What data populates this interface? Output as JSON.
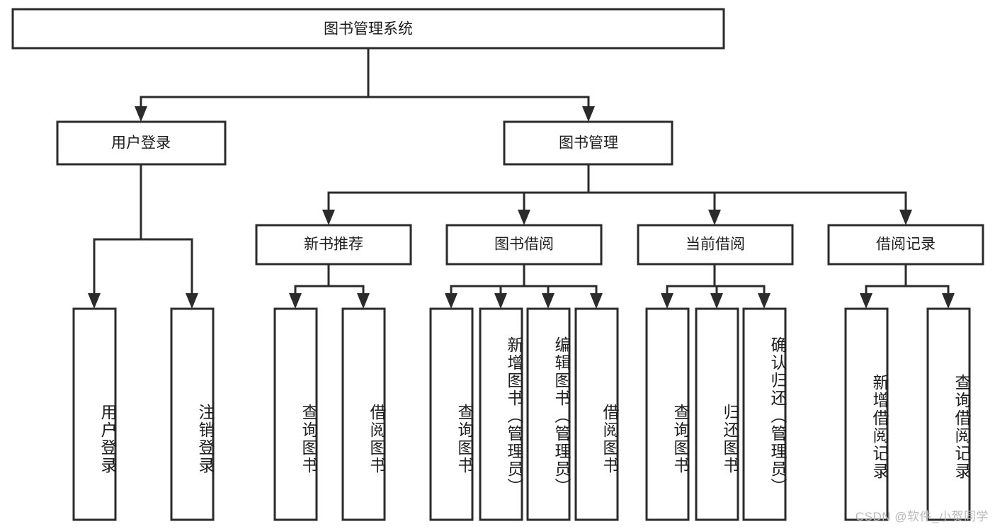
{
  "diagram": {
    "type": "tree",
    "title": "图书管理系统",
    "orientation": "top-down",
    "colors": {
      "box_fill": "#ffffff",
      "box_stroke": "#2b2b2b",
      "connector": "#2b2b2b",
      "text": "#1d1d1d",
      "watermark": "#b9b9b9",
      "background": "#ffffff"
    },
    "root": {
      "label": "图书管理系统",
      "orientation": "horizontal"
    },
    "level1": [
      {
        "label": "用户登录",
        "orientation": "horizontal"
      },
      {
        "label": "图书管理",
        "orientation": "horizontal"
      }
    ],
    "level2": [
      {
        "label": "新书推荐",
        "orientation": "horizontal",
        "parent": "图书管理"
      },
      {
        "label": "图书借阅",
        "orientation": "horizontal",
        "parent": "图书管理"
      },
      {
        "label": "当前借阅",
        "orientation": "horizontal",
        "parent": "图书管理"
      },
      {
        "label": "借阅记录",
        "orientation": "horizontal",
        "parent": "图书管理"
      }
    ],
    "leaves": [
      {
        "label": "用户登录",
        "orientation": "vertical",
        "parent": "用户登录"
      },
      {
        "label": "注销登录",
        "orientation": "vertical",
        "parent": "用户登录"
      },
      {
        "label": "查询图书",
        "orientation": "vertical",
        "parent": "新书推荐"
      },
      {
        "label": "借阅图书",
        "orientation": "vertical",
        "parent": "新书推荐"
      },
      {
        "label": "查询图书",
        "orientation": "vertical",
        "parent": "图书借阅"
      },
      {
        "label": "新增图书（管理员）",
        "orientation": "vertical",
        "parent": "图书借阅"
      },
      {
        "label": "编辑图书（管理员）",
        "orientation": "vertical",
        "parent": "图书借阅"
      },
      {
        "label": "借阅图书",
        "orientation": "vertical",
        "parent": "图书借阅"
      },
      {
        "label": "查询图书",
        "orientation": "vertical",
        "parent": "当前借阅"
      },
      {
        "label": "归还图书",
        "orientation": "vertical",
        "parent": "当前借阅"
      },
      {
        "label": "确认归还（管理员）",
        "orientation": "vertical",
        "parent": "当前借阅"
      },
      {
        "label": "新增借阅记录",
        "orientation": "vertical",
        "parent": "借阅记录"
      },
      {
        "label": "查询借阅记录",
        "orientation": "vertical",
        "parent": "借阅记录"
      }
    ]
  },
  "watermark": {
    "text": "CSDN @软件_小贺同学"
  }
}
